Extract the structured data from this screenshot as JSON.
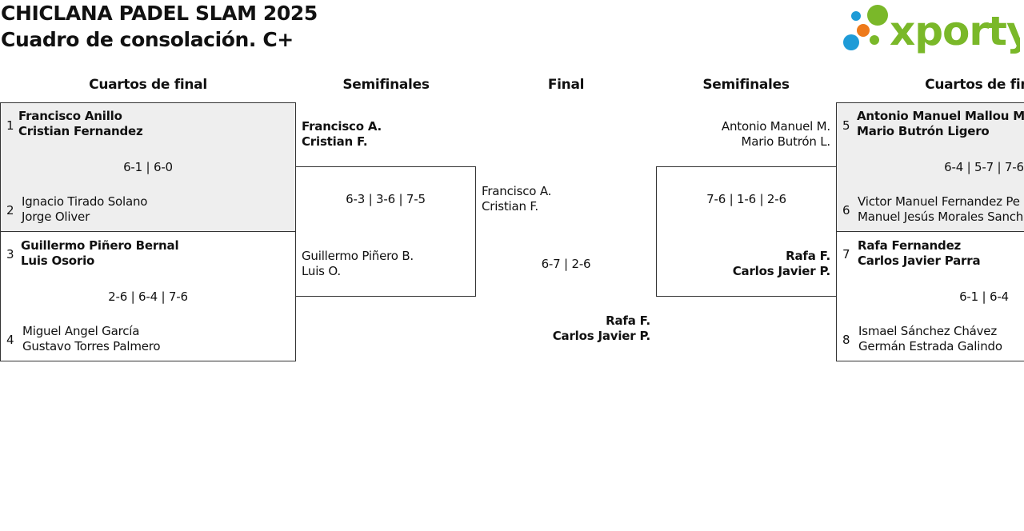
{
  "header": {
    "title": "CHICLANA PADEL SLAM 2025",
    "subtitle": "Cuadro de consolación. C+",
    "logo_text": "xporty",
    "logo_colors": {
      "green": "#7ab829",
      "blue": "#1e9bd7",
      "orange": "#ee7a1a"
    }
  },
  "rounds": {
    "left_qf": "Cuartos de final",
    "left_sf": "Semifinales",
    "final": "Final",
    "right_sf": "Semifinales",
    "right_qf": "Cuartos de final"
  },
  "qf_left": [
    {
      "top_seed": "1",
      "top_p1": "Francisco Anillo",
      "top_p2": "Cristian Fernandez",
      "score": "6-1 | 6-0",
      "bot_seed": "2",
      "bot_p1": "Ignacio Tirado Solano",
      "bot_p2": "Jorge Oliver"
    },
    {
      "top_seed": "3",
      "top_p1": "Guillermo Piñero Bernal",
      "top_p2": "Luis Osorio",
      "score": "2-6 | 6-4 | 7-6",
      "bot_seed": "4",
      "bot_p1": "Miguel Angel García",
      "bot_p2": "Gustavo Torres Palmero"
    }
  ],
  "qf_right": [
    {
      "top_seed": "5",
      "top_p1": "Antonio Manuel Mallou Mair",
      "top_p2": "Mario Butrón Ligero",
      "score": "6-4 | 5-7 | 7-6",
      "bot_seed": "6",
      "bot_p1": "Victor Manuel Fernandez Pe",
      "bot_p2": "Manuel Jesús Morales Sanch"
    },
    {
      "top_seed": "7",
      "top_p1": "Rafa Fernandez",
      "top_p2": "Carlos Javier Parra",
      "score": "6-1 | 6-4",
      "bot_seed": "8",
      "bot_p1": "Ismael Sánchez Chávez",
      "bot_p2": "Germán Estrada Galindo"
    }
  ],
  "sf_left": {
    "top_p1": "Francisco A.",
    "top_p2": "Cristian F.",
    "score": "6-3 | 3-6 | 7-5",
    "bot_p1": "Guillermo Piñero B.",
    "bot_p2": "Luis O."
  },
  "sf_right": {
    "top_p1": "Antonio Manuel M.",
    "top_p2": "Mario Butrón L.",
    "score": "7-6 | 1-6 | 2-6",
    "bot_p1": "Rafa F.",
    "bot_p2": "Carlos Javier P."
  },
  "final": {
    "left_p1": "Francisco A.",
    "left_p2": "Cristian F.",
    "score": "6-7 | 2-6",
    "right_p1": "Rafa F.",
    "right_p2": "Carlos Javier P."
  }
}
